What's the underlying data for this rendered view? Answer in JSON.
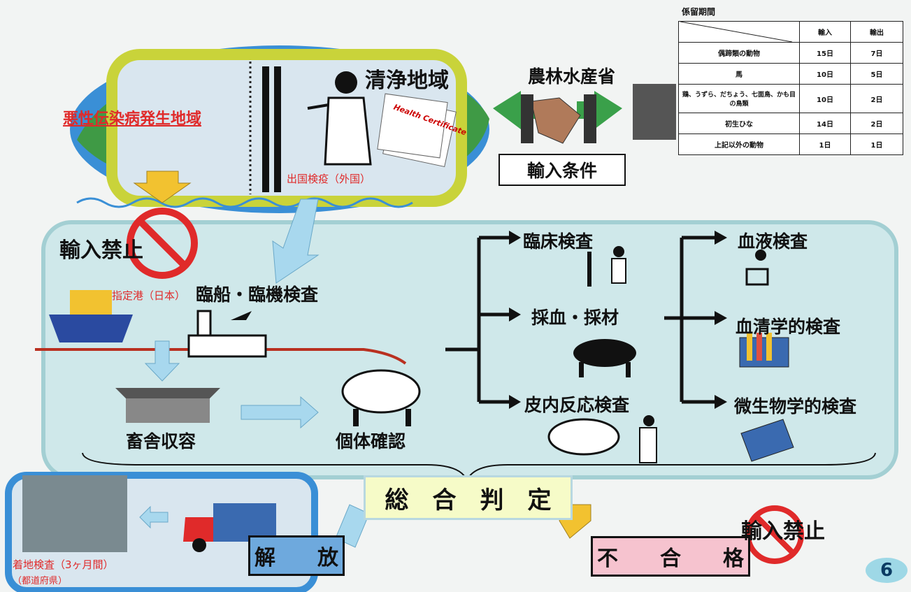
{
  "sections": {
    "clean_area": "清浄地域",
    "infected_area": "悪性伝染病発生地域",
    "export_inspection": "出国検疫（外国）",
    "ministry": "農林水産省",
    "import_conditions": "輸入条件",
    "ban_top": "輸入禁止",
    "designated_port": "指定港（日本）",
    "ship_air_inspection": "臨船・臨機検査",
    "housing": "畜舎収容",
    "id_check": "個体確認",
    "clinical": "臨床検査",
    "sampling": "採血・採材",
    "skin_test": "皮内反応検査",
    "blood_test": "血液検査",
    "serology": "血清学的検査",
    "microbiology": "微生物学的検査",
    "judgment": "総　合　判　定",
    "release": "解　　放",
    "fail": "不　　合　　格",
    "ban_bottom": "輸入禁止",
    "destination_inspection": "着地検査（3ヶ月間）",
    "destination_sub": "（都道府県）",
    "certificate": "Health Certificate",
    "page_number": "6"
  },
  "retention": {
    "title": "係留期間",
    "headers": [
      "",
      "輸入",
      "輸出"
    ],
    "rows": [
      {
        "animal": "偶蹄類の動物",
        "import": "15日",
        "export": "7日"
      },
      {
        "animal": "馬",
        "import": "10日",
        "export": "5日"
      },
      {
        "animal": "鶏、うずら、だちょう、七面鳥、かも目の鳥類",
        "import": "10日",
        "export": "2日"
      },
      {
        "animal": "初生ひな",
        "import": "14日",
        "export": "2日"
      },
      {
        "animal": "上記以外の動物",
        "import": "1日",
        "export": "1日"
      }
    ]
  },
  "colors": {
    "globe_blue": "#3a8fd6",
    "globe_green": "#3f9a45",
    "yellow_frame": "#c9d33a",
    "panel_teal": "#cfe8ea",
    "arrow_blue": "#a8d8ee",
    "arrow_green": "#3aa04a",
    "danger_red": "#e02a2a"
  }
}
